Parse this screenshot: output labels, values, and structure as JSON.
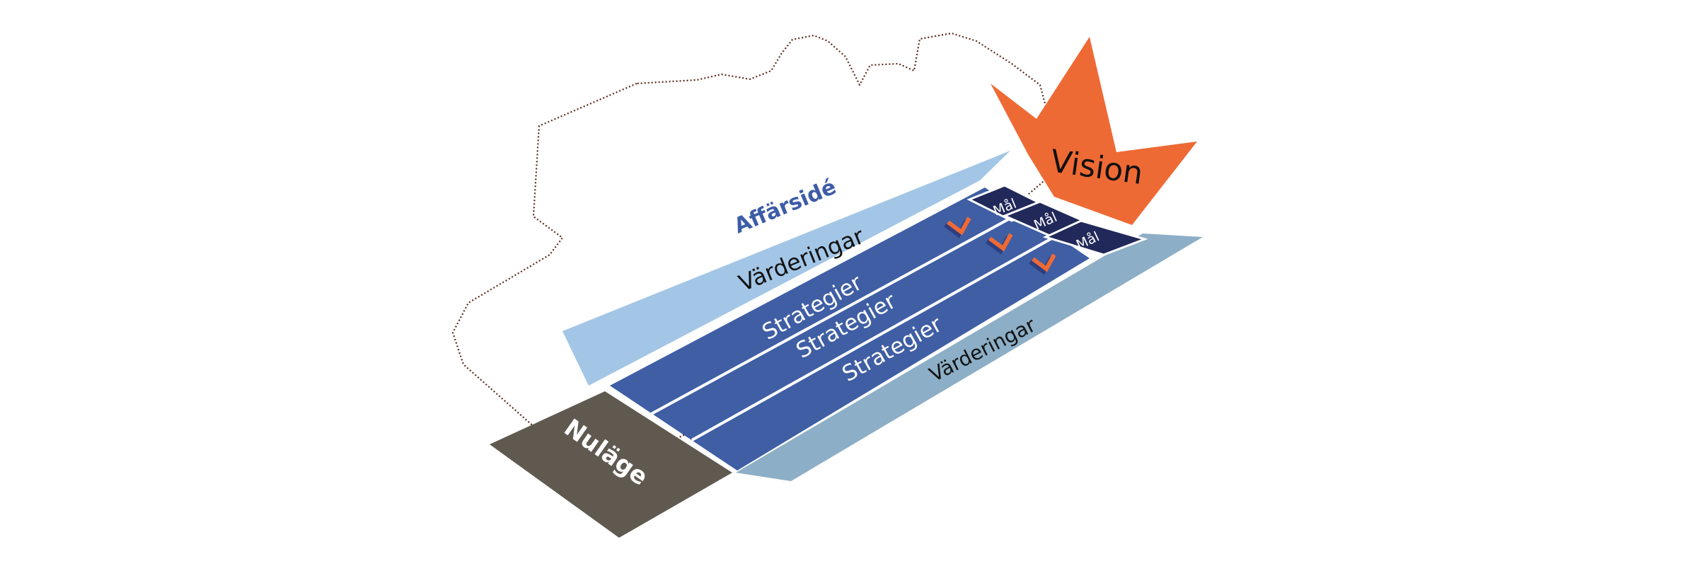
{
  "diagram": {
    "business_idea": "Affärsidé",
    "values_top": "Värderingar",
    "values_bottom": "Värderingar",
    "strategies": [
      "Strategier",
      "Strategier",
      "Strategier"
    ],
    "goals": [
      "Mål",
      "Mål",
      "Mål"
    ],
    "current_state": "Nuläge",
    "vision": "Vision"
  },
  "colors": {
    "values_top_band": "#a3c6e6",
    "values_bottom_band": "#8caec6",
    "strategy_band": "#3f5ea4",
    "goal_box": "#21285a",
    "current_state_box": "#5f5950",
    "vision_crown": "#ee6a35",
    "business_idea_text": "#3d5ca6",
    "arrow_chevron": "#ee6a35",
    "arrow_chevron_shadow": "#2e3f80"
  }
}
